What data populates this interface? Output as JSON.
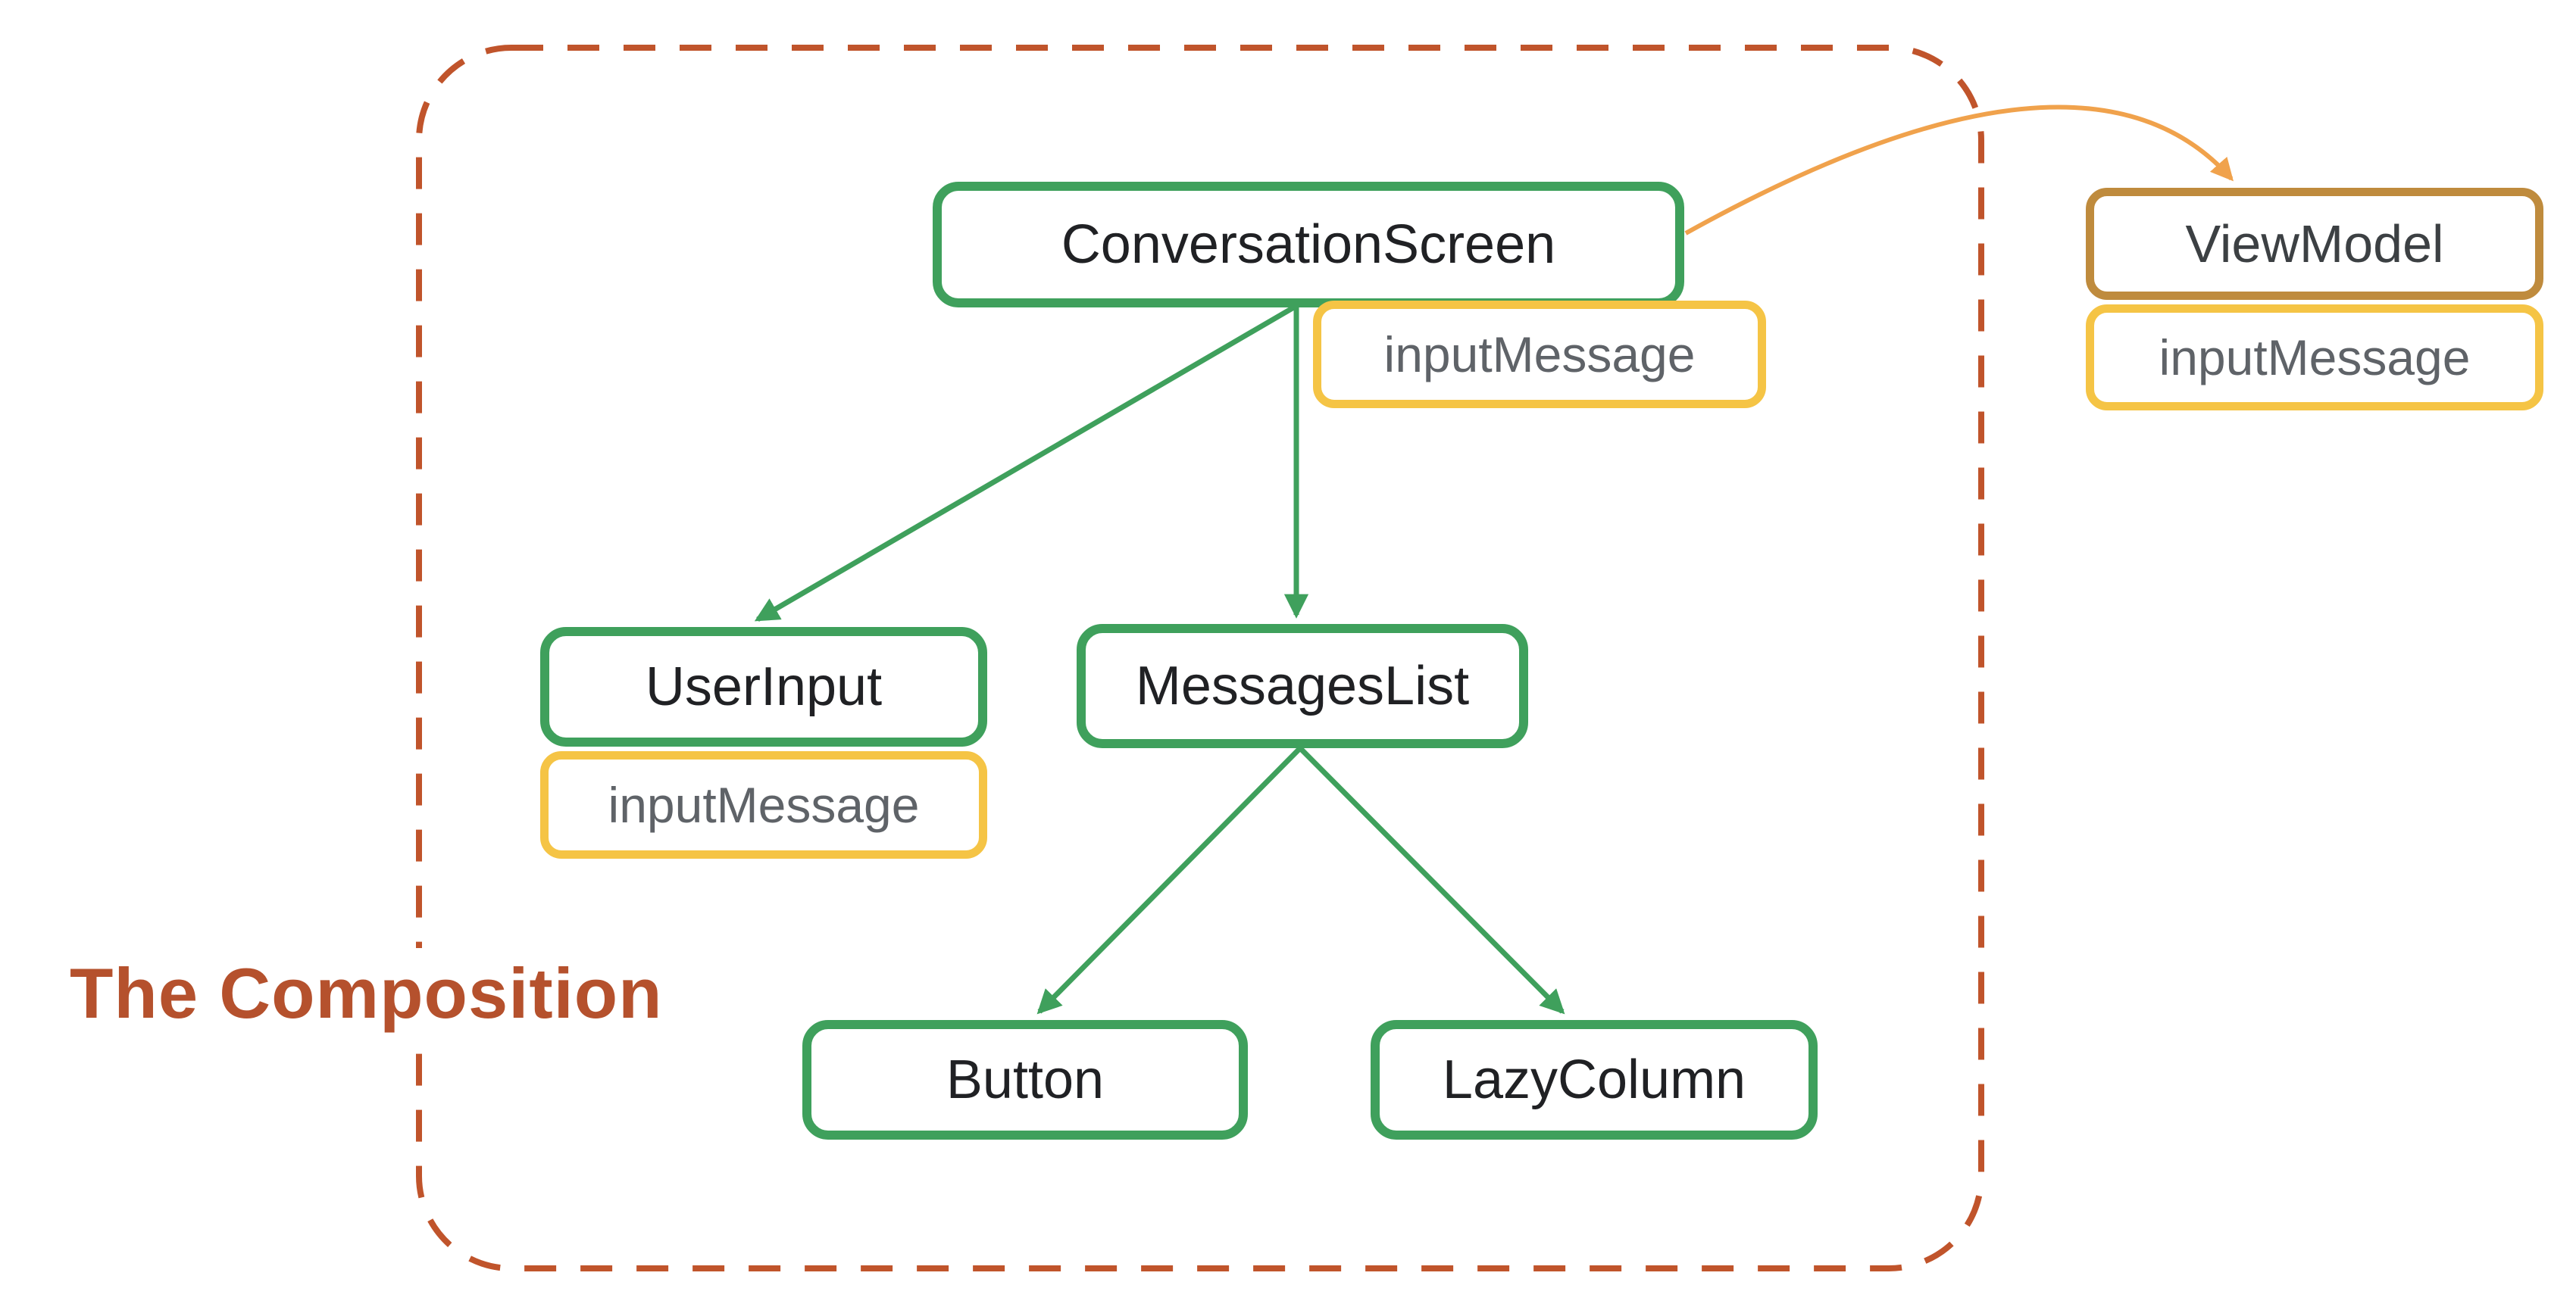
{
  "title": "The Composition",
  "colors": {
    "green": "#3fa05c",
    "yellow": "#f5c445",
    "brown_dashed": "#c0542b",
    "title_color": "#b5512d",
    "orange_arrow": "#f0a24c",
    "viewmodel_border": "#bf8b3d",
    "gray_text": "#5f6368",
    "dark_text": "#202124"
  },
  "nodes": {
    "conversation_screen": {
      "label": "ConversationScreen",
      "state": "inputMessage"
    },
    "user_input": {
      "label": "UserInput",
      "state": "inputMessage"
    },
    "messages_list": {
      "label": "MessagesList"
    },
    "button": {
      "label": "Button"
    },
    "lazy_column": {
      "label": "LazyColumn"
    },
    "view_model": {
      "label": "ViewModel",
      "state": "inputMessage"
    }
  },
  "edges": [
    {
      "from": "ConversationScreen",
      "to": "UserInput",
      "style": "green-arrow"
    },
    {
      "from": "ConversationScreen",
      "to": "MessagesList",
      "style": "green-arrow"
    },
    {
      "from": "MessagesList",
      "to": "Button",
      "style": "green-arrow"
    },
    {
      "from": "MessagesList",
      "to": "LazyColumn",
      "style": "green-arrow"
    },
    {
      "from": "ConversationScreen",
      "to": "ViewModel",
      "style": "orange-curved-arrow"
    }
  ]
}
